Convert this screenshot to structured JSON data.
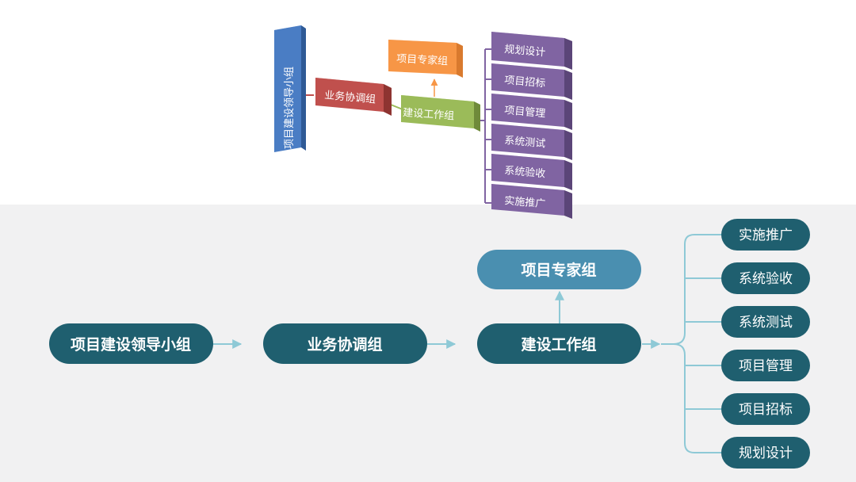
{
  "legacy": {
    "leader": "项目建设领导小组",
    "coord": "业务协调组",
    "work": "建设工作组",
    "expert": "项目专家组",
    "tasks": [
      "规划设计",
      "项目招标",
      "项目管理",
      "系统测试",
      "系统验收",
      "实施推广"
    ]
  },
  "flow": {
    "leader": "项目建设领导小组",
    "coord": "业务协调组",
    "work": "建设工作组",
    "expert": "项目专家组",
    "tasks": [
      "实施推广",
      "系统验收",
      "系统测试",
      "项目管理",
      "项目招标",
      "规划设计"
    ]
  },
  "colors": {
    "dark_teal": "#1f5f6f",
    "light_teal": "#4a8fb0",
    "connector": "#8ec9d6",
    "legacy_blue": "#4a7dc4",
    "legacy_red": "#c0504d",
    "legacy_green": "#9bbb59",
    "legacy_orange": "#f79646",
    "legacy_purple": "#8064a2"
  }
}
